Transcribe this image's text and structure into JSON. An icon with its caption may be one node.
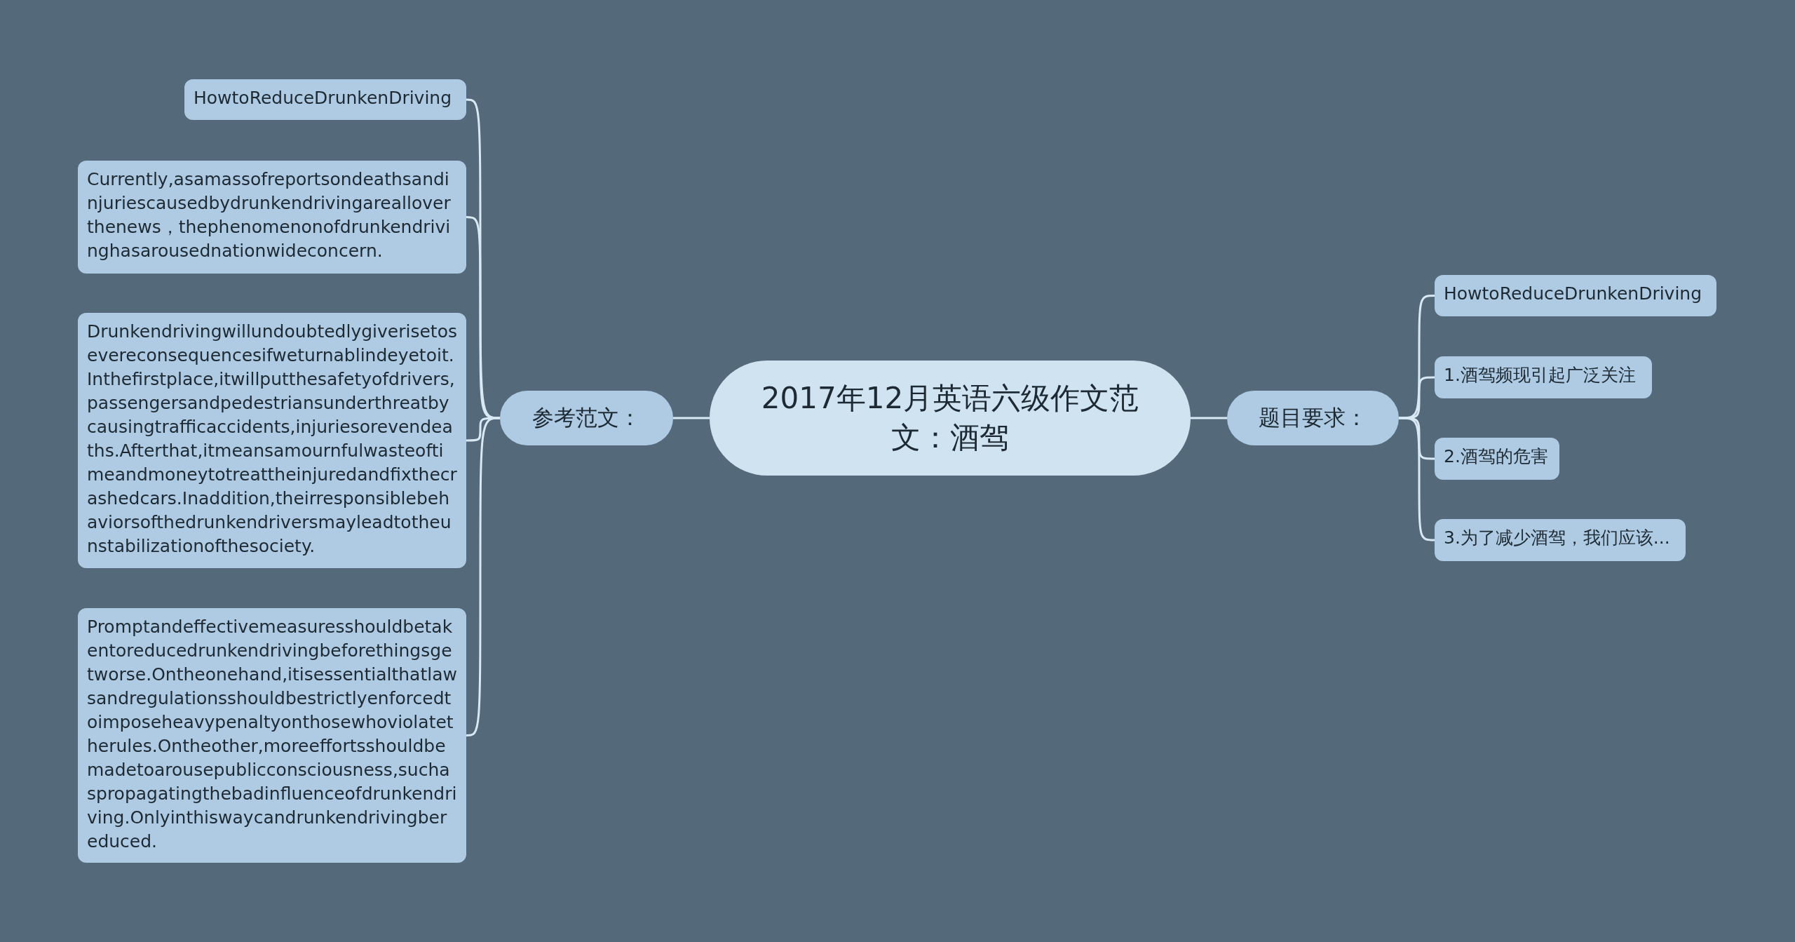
{
  "diagram": {
    "nodes": [
      {
        "text": [
          "2017年12月英语六级作文范文：酒驾"
        ]
      },
      {
        "text": [
          "参考范文："
        ]
      },
      {
        "text": [
          "HowtoReduceDrunkenDriving"
        ]
      },
      {
        "text": [
          "Currently,asamassofreportsondeathsandinjuriescausedbydrunkendrivingareallover thenews，thephenomenonofdrunkendrivinghasarousednationwideconcern."
        ]
      },
      {
        "text": [
          "Drunkendrivingwillundoubtedlygiverisetosevereconsequencesifweturnablindeyetoit.Inthefirstplace,itwillputthesafetyofdrivers,passengersandpedestriansunderthreatbycausingtrafficaccidents,injuriesorevendeaths.Afterthat,itmeansamournfulwasteoftimeandmoneytotreattheinjuredandfixthecrashedcars.Inaddition,theirresponsiblebehaviorsofthedrunkendriversmayleadtotheunstabilizationofthesociety."
        ]
      },
      {
        "text": [
          "Promptandeffectivemeasuresshouldbetakentoreducedrunkendrivingbeforethingsgetworse.Ontheonehand,itisessentialthatlawsandregulationsshouldbestrictlyenforcedtoimposeheavypenaltyonthosewhoviolatetherules.Ontheother,moreeffortsshouldbemadetoarousepublicconsciousness,suchaspropagatingthebadinfluenceofdrunkendriving.Onlyinthiswaycandrunkendrivingbereduced."
        ]
      },
      {
        "text": [
          "题目要求："
        ]
      },
      {
        "text": [
          "HowtoReduceDrunkenDriving"
        ]
      },
      {
        "text": [
          "1.酒驾频现引起广泛关注"
        ]
      },
      {
        "text": [
          "2.酒驾的危害"
        ]
      },
      {
        "text": [
          "3.为了减少酒驾，我们应该..."
        ]
      }
    ],
    "edges": [
      {
        "from": 0,
        "to": 1,
        "arrow": "none"
      },
      {
        "from": 1,
        "to": 2,
        "arrow": "none"
      },
      {
        "from": 1,
        "to": 3,
        "arrow": "none"
      },
      {
        "from": 1,
        "to": 4,
        "arrow": "none"
      },
      {
        "from": 1,
        "to": 5,
        "arrow": "none"
      },
      {
        "from": 0,
        "to": 6,
        "arrow": "none"
      },
      {
        "from": 6,
        "to": 7,
        "arrow": "none"
      },
      {
        "from": 6,
        "to": 8,
        "arrow": "none"
      },
      {
        "from": 6,
        "to": 9,
        "arrow": "none"
      },
      {
        "from": 6,
        "to": 10,
        "arrow": "none"
      }
    ]
  }
}
